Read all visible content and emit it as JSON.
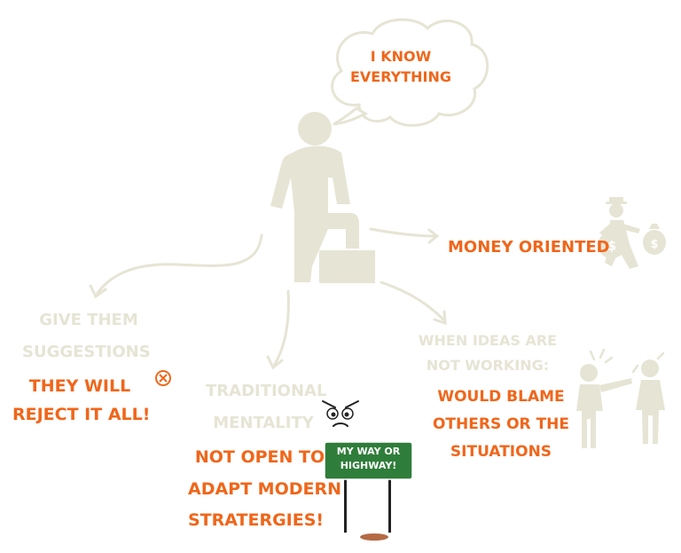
{
  "colors": {
    "accent": "#f0661a",
    "figure": "#e6e4d4",
    "sign": "#2f7d3a"
  },
  "bubble": {
    "line1": "I KNOW",
    "line2": "EVERYTHING"
  },
  "money": {
    "label": "Money oriented"
  },
  "suggestions": {
    "heading1": "Give Them",
    "heading2": "Suggestions",
    "reject1": "They will",
    "reject2": "reject it all!"
  },
  "traditional": {
    "heading1": "Traditional",
    "heading2": "mentality",
    "detail1": "Not open to",
    "detail2": "adapt modern",
    "detail3": "stratergies!"
  },
  "sign": {
    "line1": "MY WAY OR",
    "line2": "HIGHWAY!"
  },
  "blame": {
    "heading1": "when ideas are",
    "heading2": "not working:",
    "detail1": "would blame",
    "detail2": "others or the",
    "detail3": "situations"
  },
  "icons": [
    "thought-bubble",
    "person-stepping-on-box",
    "moneybag-runner",
    "reject-icon",
    "angry-face-icon",
    "road-sign",
    "pointing-blame-figures"
  ]
}
